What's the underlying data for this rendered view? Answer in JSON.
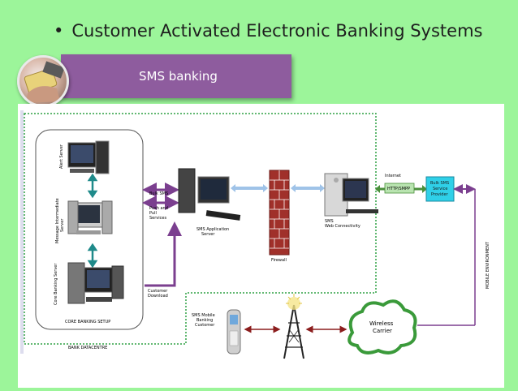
{
  "slide": {
    "bullet_text": "Customer Activated Electronic Banking Systems",
    "banner_label": "SMS banking"
  },
  "diagram": {
    "labels": {
      "alert_server": "Alert Server",
      "message_server_1": "Message Intermediate",
      "message_server_2": "Server",
      "core_banking_server": "Core Banking Server",
      "core_banking_setup": "CORE BANKING SETUP",
      "bank_datacentre": "BANK DATACENTRE",
      "bulk_sms": "Bulk SMS",
      "push_pull_1": "Push and",
      "push_pull_2": "Pull",
      "push_pull_3": "Services",
      "customer_download_1": "Customer",
      "customer_download_2": "Download",
      "sms_app_server_1": "SMS Application",
      "sms_app_server_2": "Server",
      "firewall": "Firewall",
      "web_conn_1": "SMS",
      "web_conn_2": "Web Connectivity",
      "internet": "Internet",
      "http_smpp": "HTTP/SMPP",
      "bulk_provider_1": "Bulk SMS",
      "bulk_provider_2": "Service",
      "bulk_provider_3": "Provider",
      "mobile_environment": "MOBILE ENVIRONMENT",
      "sms_customer_1": "SMS Mobile",
      "sms_customer_2": "Banking",
      "sms_customer_3": "Customer",
      "wireless_1": "Wireless",
      "wireless_2": "Carrier"
    }
  }
}
